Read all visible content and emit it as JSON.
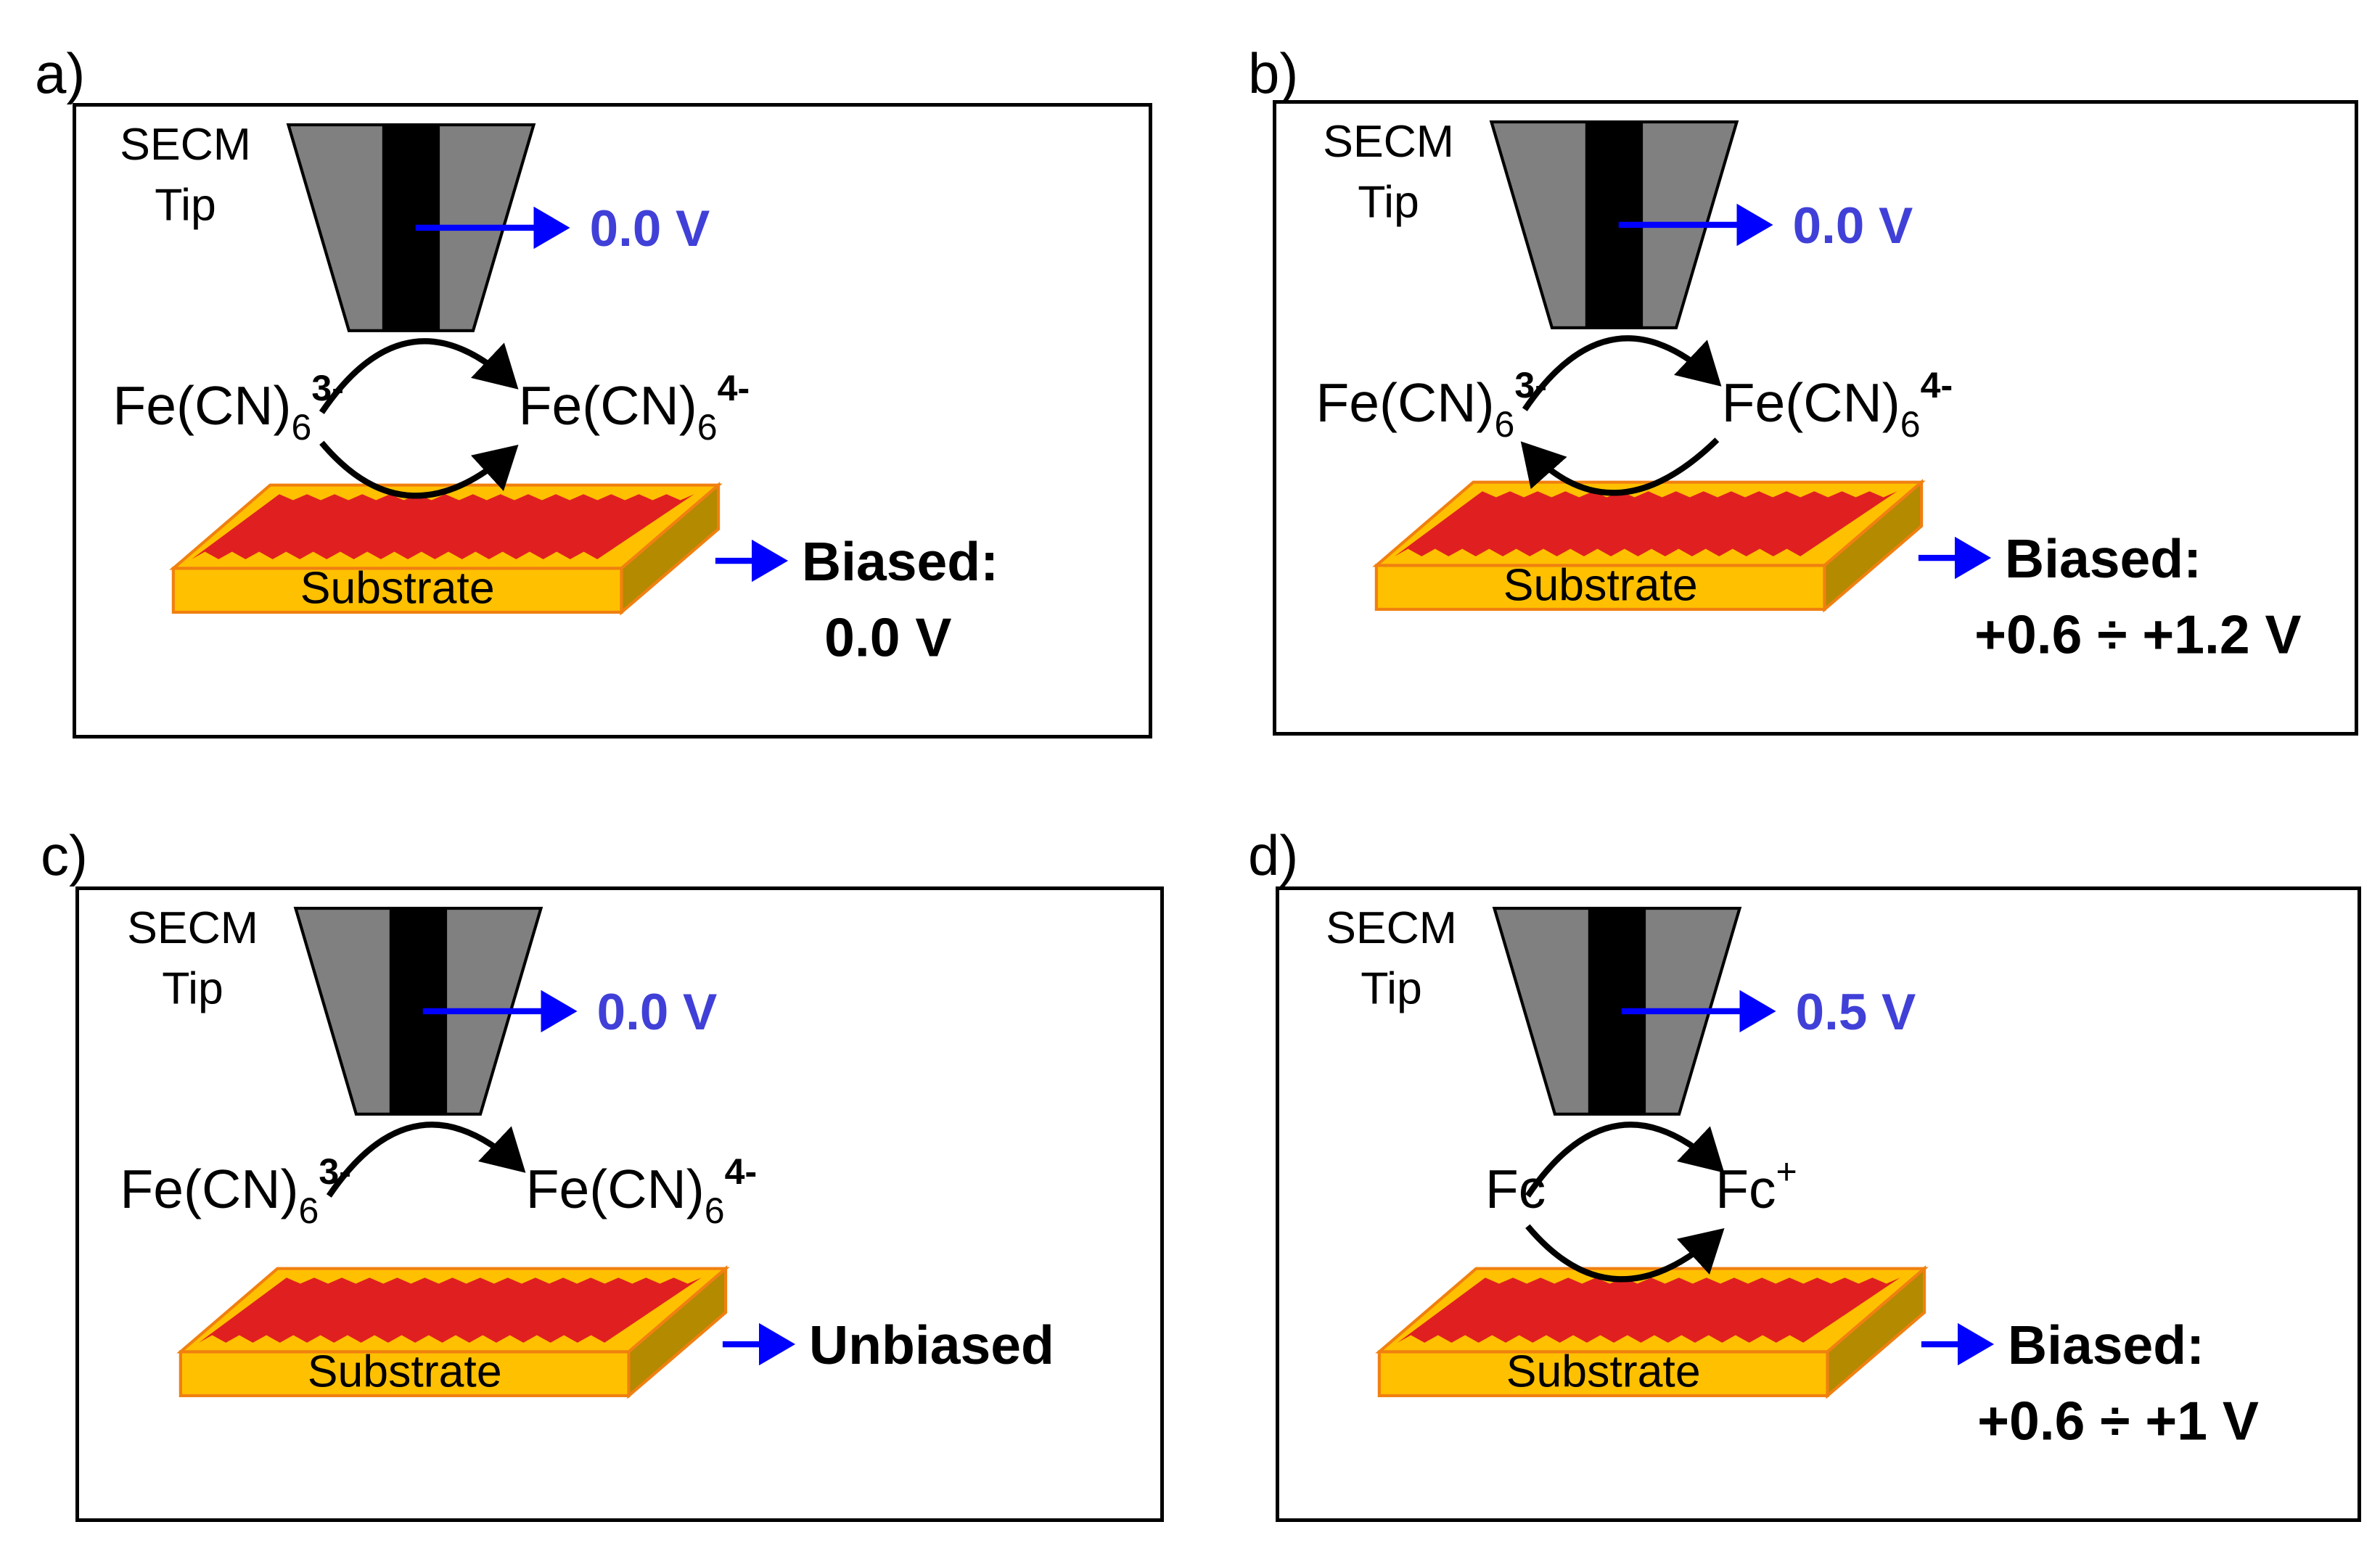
{
  "colors": {
    "tip_body": "#808080",
    "tip_core": "#000000",
    "potential_arrow": "#0000ff",
    "potential_text": "#4040d8",
    "substrate_gold": "#ffc000",
    "substrate_side": "#b38a00",
    "film_red": "#e02020",
    "substrate_edge": "#f08010"
  },
  "icons": {
    "tip": "secm-tip-icon",
    "substrate": "substrate-block-icon",
    "arrow": "arrow-icon"
  },
  "panels": [
    {
      "label": "a)",
      "tip_label_line1": "SECM",
      "tip_label_line2": "Tip",
      "tip_potential": "0.0 V",
      "left_species": "Fe(CN)",
      "left_sub": "6",
      "left_sup": "3-",
      "right_species": "Fe(CN)",
      "right_sub": "6",
      "right_sup": "4-",
      "substrate_label": "Substrate",
      "bias_line1": "Biased:",
      "bias_line2": "0.0 V",
      "lower_arrow": "left-to-right"
    },
    {
      "label": "b)",
      "tip_label_line1": "SECM",
      "tip_label_line2": "Tip",
      "tip_potential": "0.0 V",
      "left_species": "Fe(CN)",
      "left_sub": "6",
      "left_sup": "3-",
      "right_species": "Fe(CN)",
      "right_sub": "6",
      "right_sup": "4-",
      "substrate_label": "Substrate",
      "bias_line1": "Biased:",
      "bias_line2": "+0.6 ÷ +1.2 V",
      "lower_arrow": "right-to-left"
    },
    {
      "label": "c)",
      "tip_label_line1": "SECM",
      "tip_label_line2": "Tip",
      "tip_potential": "0.0 V",
      "left_species": "Fe(CN)",
      "left_sub": "6",
      "left_sup": "3-",
      "right_species": "Fe(CN)",
      "right_sub": "6",
      "right_sup": "4-",
      "substrate_label": "Substrate",
      "bias_line1": "Unbiased",
      "bias_line2": "",
      "lower_arrow": "none"
    },
    {
      "label": "d)",
      "tip_label_line1": "SECM",
      "tip_label_line2": "Tip",
      "tip_potential": "0.5 V",
      "left_species": "Fc",
      "left_sub": "",
      "left_sup": "",
      "right_species": "Fc",
      "right_sub": "",
      "right_sup": "+",
      "substrate_label": "Substrate",
      "bias_line1": "Biased:",
      "bias_line2": "+0.6 ÷ +1 V",
      "lower_arrow": "left-to-right"
    }
  ]
}
